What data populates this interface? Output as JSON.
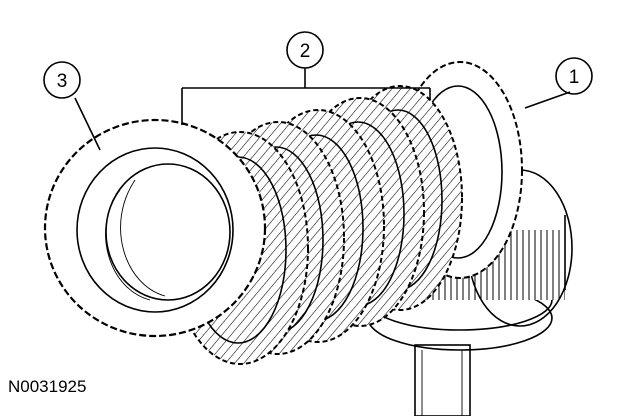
{
  "figure": {
    "id": "N0031925",
    "callouts": [
      {
        "key": "c1",
        "label": "1"
      },
      {
        "key": "c2",
        "label": "2"
      },
      {
        "key": "c3",
        "label": "3"
      }
    ]
  }
}
